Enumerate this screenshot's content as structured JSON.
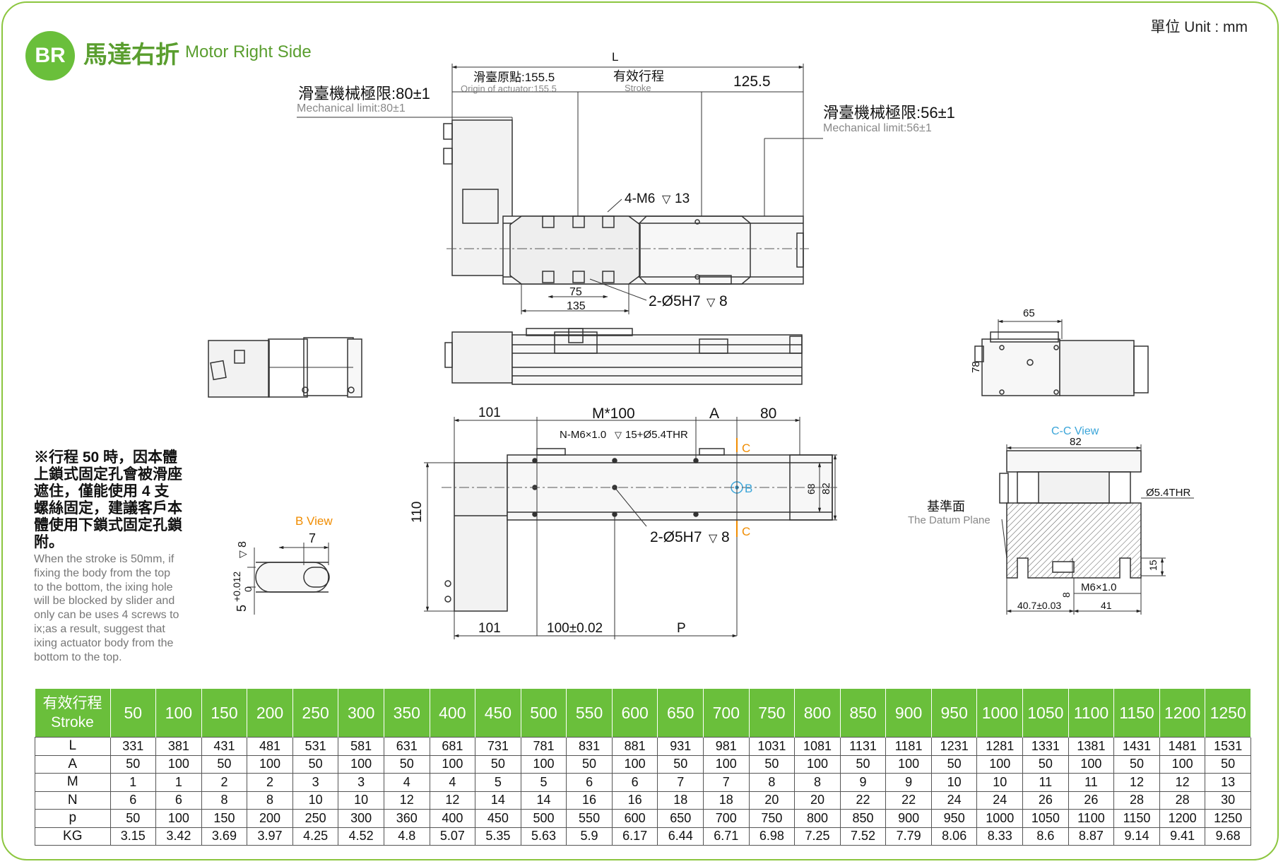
{
  "header": {
    "badge": "BR",
    "title_zh": "馬達右折",
    "title_en": "Motor Right Side",
    "unit": "單位 Unit : mm"
  },
  "top_view": {
    "dim_L": "L",
    "origin_zh": "滑臺原點:155.5",
    "origin_en": "Origin of actuator:155.5",
    "stroke_zh": "有效行程",
    "stroke_en": "Stroke",
    "dim_125_5": "125.5",
    "mech_left_zh": "滑臺機械極限:80±1",
    "mech_left_en": "Mechanical limit:80±1",
    "mech_right_zh": "滑臺機械極限:56±1",
    "mech_right_en": "Mechanical limit:56±1",
    "screw_top": "4-M6",
    "screw_top_depth": "13",
    "pin_holes": "2-Ø5H7",
    "pin_depth": "8",
    "dim_75": "75",
    "dim_135": "135"
  },
  "side_view": {
    "dim_65": "65",
    "dim_78": "78"
  },
  "bottom_view": {
    "dim_101_top": "101",
    "dim_M100": "M*100",
    "dim_A": "A",
    "dim_80": "80",
    "nm6_note": "N-M6×1.0",
    "nm6_depth": "15+Ø5.4THR",
    "label_c": "C",
    "label_b": "B",
    "dim_110": "110",
    "dim_68": "68",
    "dim_82": "82",
    "pin_holes": "2-Ø5H7",
    "pin_depth": "8",
    "dim_101_bottom": "101",
    "dim_100_002": "100±0.02",
    "dim_P": "P"
  },
  "b_view": {
    "title": "B View",
    "dim_7": "7",
    "dim_8": "8",
    "tolerance": "5",
    "tol_upper": "+0.012",
    "tol_lower": "0"
  },
  "cc_view": {
    "title": "C-C View",
    "dim_82": "82",
    "thr": "Ø5.4THR",
    "datum_zh": "基準面",
    "datum_en": "The Datum Plane",
    "dim_15": "15",
    "dim_8": "8",
    "m6": "M6×1.0",
    "dim_40_7": "40.7±0.03",
    "dim_41": "41"
  },
  "note": {
    "zh": "※行程 50 時，因本體上鎖式固定孔會被滑座遮住，僅能使用 4 支螺絲固定，建議客戶本體使用下鎖式固定孔鎖附。",
    "en": "When the stroke is 50mm, if fixing the body from the top to the bottom, the ixing hole will be blocked by slider and only can be uses 4 screws to ix;as a result, suggest that ixing actuator body from the bottom to the top."
  },
  "table": {
    "header_zh": "有效行程",
    "header_en": "Stroke",
    "strokes": [
      "50",
      "100",
      "150",
      "200",
      "250",
      "300",
      "350",
      "400",
      "450",
      "500",
      "550",
      "600",
      "650",
      "700",
      "750",
      "800",
      "850",
      "900",
      "950",
      "1000",
      "1050",
      "1100",
      "1150",
      "1200",
      "1250"
    ],
    "rows": [
      {
        "label": "L",
        "values": [
          "331",
          "381",
          "431",
          "481",
          "531",
          "581",
          "631",
          "681",
          "731",
          "781",
          "831",
          "881",
          "931",
          "981",
          "1031",
          "1081",
          "1131",
          "1181",
          "1231",
          "1281",
          "1331",
          "1381",
          "1431",
          "1481",
          "1531"
        ]
      },
      {
        "label": "A",
        "values": [
          "50",
          "100",
          "50",
          "100",
          "50",
          "100",
          "50",
          "100",
          "50",
          "100",
          "50",
          "100",
          "50",
          "100",
          "50",
          "100",
          "50",
          "100",
          "50",
          "100",
          "50",
          "100",
          "50",
          "100",
          "50"
        ]
      },
      {
        "label": "M",
        "values": [
          "1",
          "1",
          "2",
          "2",
          "3",
          "3",
          "4",
          "4",
          "5",
          "5",
          "6",
          "6",
          "7",
          "7",
          "8",
          "8",
          "9",
          "9",
          "10",
          "10",
          "11",
          "11",
          "12",
          "12",
          "13"
        ]
      },
      {
        "label": "N",
        "values": [
          "6",
          "6",
          "8",
          "8",
          "10",
          "10",
          "12",
          "12",
          "14",
          "14",
          "16",
          "16",
          "18",
          "18",
          "20",
          "20",
          "22",
          "22",
          "24",
          "24",
          "26",
          "26",
          "28",
          "28",
          "30"
        ]
      },
      {
        "label": "p",
        "values": [
          "50",
          "100",
          "150",
          "200",
          "250",
          "300",
          "360",
          "400",
          "450",
          "500",
          "550",
          "600",
          "650",
          "700",
          "750",
          "800",
          "850",
          "900",
          "950",
          "1000",
          "1050",
          "1100",
          "1150",
          "1200",
          "1250"
        ]
      },
      {
        "label": "KG",
        "values": [
          "3.15",
          "3.42",
          "3.69",
          "3.97",
          "4.25",
          "4.52",
          "4.8",
          "5.07",
          "5.35",
          "5.63",
          "5.9",
          "6.17",
          "6.44",
          "6.71",
          "6.98",
          "7.25",
          "7.52",
          "7.79",
          "8.06",
          "8.33",
          "8.6",
          "8.87",
          "9.14",
          "9.41",
          "9.68"
        ]
      }
    ]
  }
}
